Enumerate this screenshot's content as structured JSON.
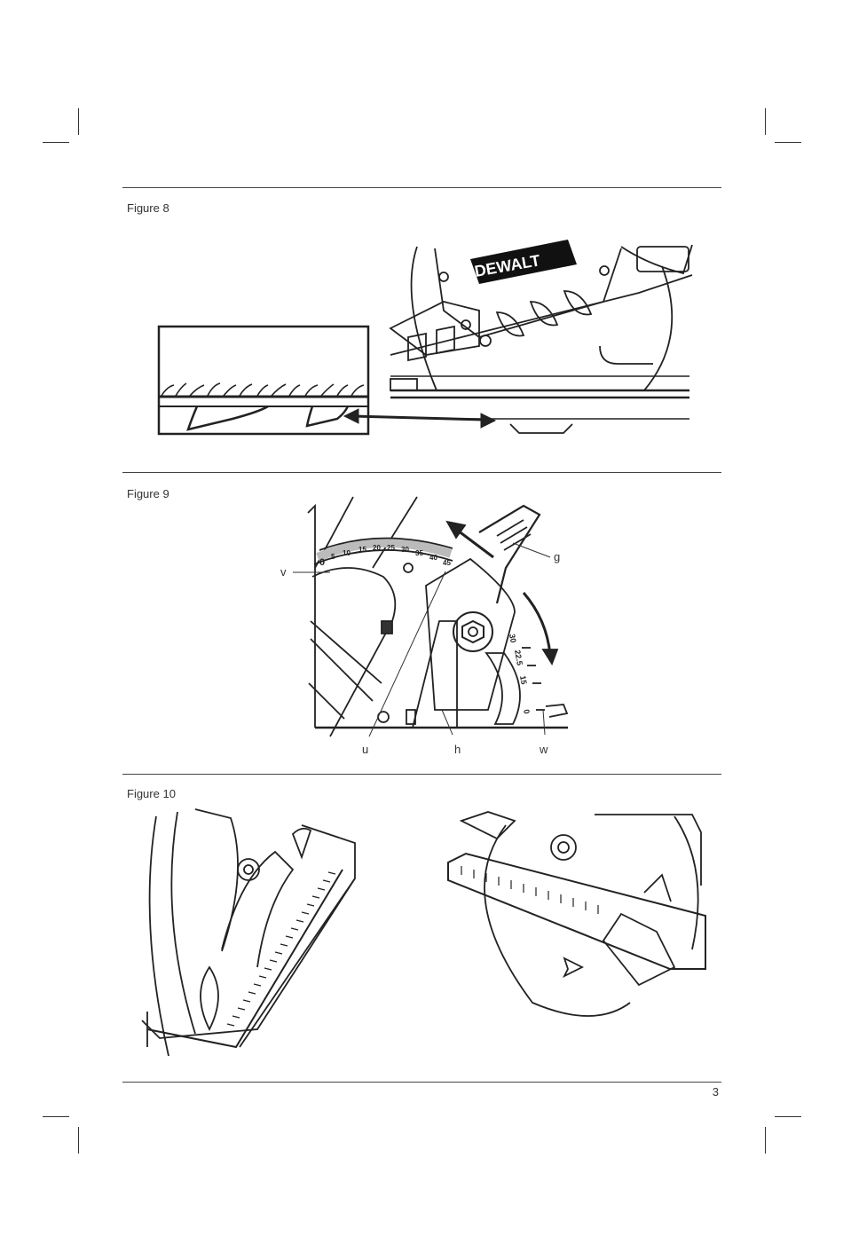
{
  "figures": [
    {
      "caption": "Figure 8",
      "brand_logo": "DEWALT",
      "inset_icon": "cut-wood-edge-closeup",
      "arrow_icon": "double-headed-arrow"
    },
    {
      "caption": "Figure 9",
      "bevel_scale_ticks": [
        "0",
        "5",
        "10",
        "15",
        "20",
        "25",
        "30",
        "35",
        "40",
        "45"
      ],
      "side_scale_ticks": [
        "30",
        "22.5",
        "15",
        "0"
      ],
      "callouts": {
        "v": "v",
        "g": "g",
        "u": "u",
        "h": "h",
        "w": "w"
      }
    },
    {
      "caption": "Figure 10",
      "left_icon": "saw-shoe-ruler-side-view",
      "right_icon": "saw-shoe-ruler-front-view"
    }
  ],
  "page_number": "3",
  "colors": {
    "line": "#222222",
    "rule": "#444444"
  }
}
